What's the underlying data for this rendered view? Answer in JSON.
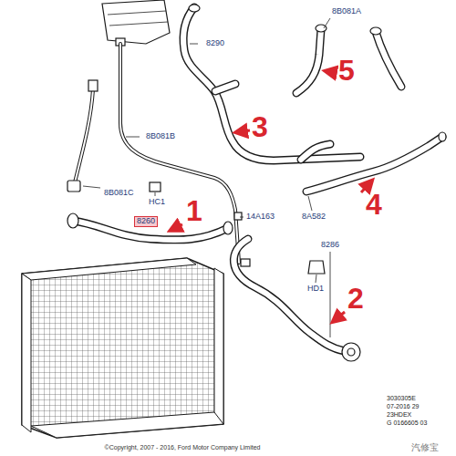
{
  "diagram": {
    "labels": [
      "8B081A",
      "8290",
      "5",
      "8B081B",
      "3",
      "4",
      "HC1",
      "8B081C",
      "1",
      "8260",
      "14A163",
      "8A582",
      "HD1",
      "8286",
      "2",
      "3030305E",
      "07-2016 29",
      "23HDEX",
      "G 0166605 03",
      "©Copyright, 2007 - 2016, Ford Motor Company Limited",
      "汽修宝"
    ]
  }
}
